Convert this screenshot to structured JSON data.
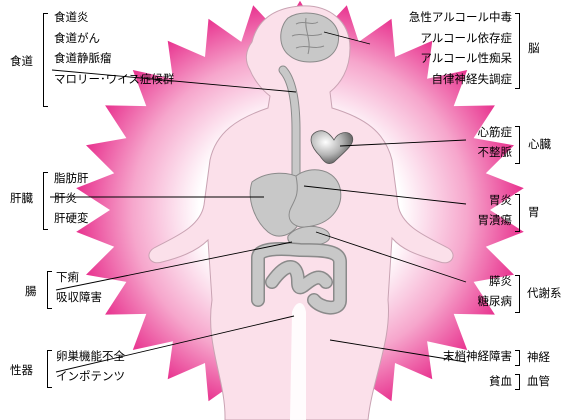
{
  "organs": {
    "esophagus": {
      "category": "食道",
      "conditions": [
        "食道炎",
        "食道がん",
        "食道静脈瘤",
        "マロリー･ワイス症候群"
      ]
    },
    "liver": {
      "category": "肝臓",
      "conditions": [
        "脂肪肝",
        "肝炎",
        "肝硬変"
      ]
    },
    "intestine": {
      "category": "腸",
      "conditions": [
        "下痢",
        "吸収障害"
      ]
    },
    "reproductive": {
      "category": "性器",
      "conditions": [
        "卵巣機能不全",
        "インポテンツ"
      ]
    },
    "brain": {
      "category": "脳",
      "conditions": [
        "急性アルコール中毒",
        "アルコール依存症",
        "アルコール性痴呆",
        "自律神経失調症"
      ]
    },
    "heart": {
      "category": "心臓",
      "conditions": [
        "心筋症",
        "不整脈"
      ]
    },
    "stomach": {
      "category": "胃",
      "conditions": [
        "胃炎",
        "胃潰瘍"
      ]
    },
    "metabolism": {
      "category": "代謝系",
      "conditions": [
        "膵炎",
        "糖尿病"
      ]
    },
    "nerve": {
      "category": "神経",
      "conditions": [
        "末梢神経障害"
      ]
    },
    "blood": {
      "category": "血管",
      "conditions": [
        "貧血"
      ]
    }
  },
  "colors": {
    "burst_center": "#ffffff",
    "burst_edge": "#e8338f",
    "body": "#fbe0ea",
    "body_outline": "#c9a3b3",
    "organ": "#c8c8c8",
    "organ_outline": "#8a8a8a"
  }
}
